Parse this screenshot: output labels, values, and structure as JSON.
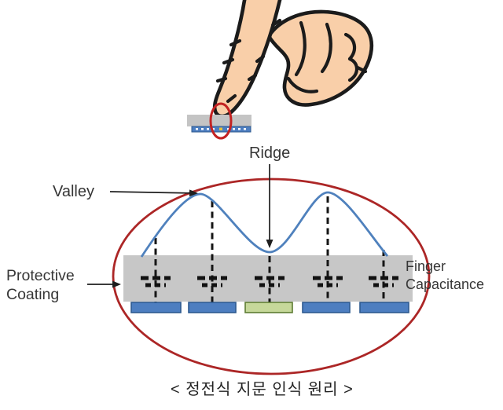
{
  "figure": {
    "caption": "< 정전식 지문 인식 원리 >",
    "labels": {
      "ridge": "Ridge",
      "valley": "Valley",
      "protective_coating": "Protective Coating",
      "finger_capacitance": "Finger Capacitance"
    },
    "colors": {
      "skin": "#f9cfa9",
      "outline_black": "#1b1b1b",
      "diagram_ellipse_red": "#ac2626",
      "fingertip_ellipse_red": "#c32222",
      "skin_curve_blue": "#4f81bd",
      "coating_gray": "#c7c7c7",
      "electrode_blue_fill": "#4d7ec0",
      "electrode_blue_border": "#2e5a8f",
      "electrode_green_fill": "#c6d89a",
      "electrode_green_border": "#5e7c34",
      "label_text": "#363636"
    },
    "diagram": {
      "electrode_colors": [
        "blue",
        "blue",
        "green",
        "blue",
        "blue"
      ],
      "capacitor_count": 5
    }
  }
}
